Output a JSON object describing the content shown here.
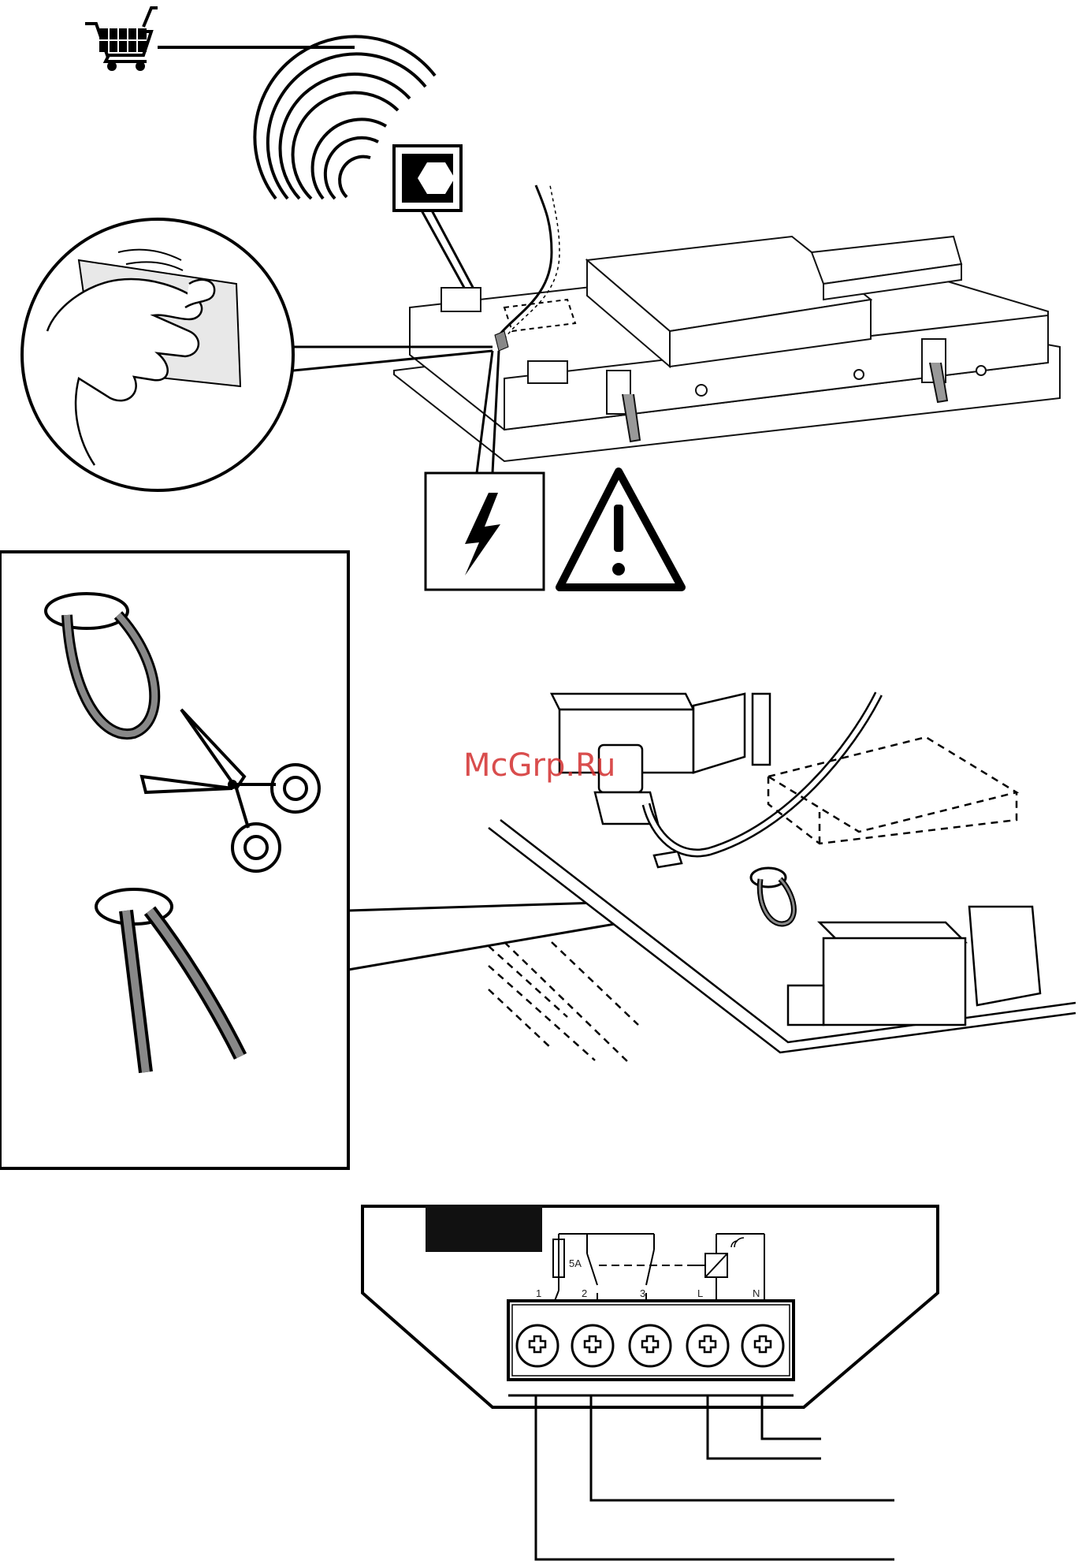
{
  "header": {
    "icon": "shopping-cart-icon",
    "line_color": "#000000"
  },
  "watermark": {
    "text": "McGrp.Ru",
    "color": "#d32f2f"
  },
  "terminal_block": {
    "fuse_label": "5A",
    "terminals": [
      "1",
      "2",
      "3",
      "L",
      "N"
    ]
  },
  "icons": [
    "wireless-signal-icon",
    "hex-nut-icon",
    "lightning-bolt-icon",
    "warning-triangle-icon",
    "scissors-icon",
    "hand-icon",
    "relay-icon"
  ]
}
